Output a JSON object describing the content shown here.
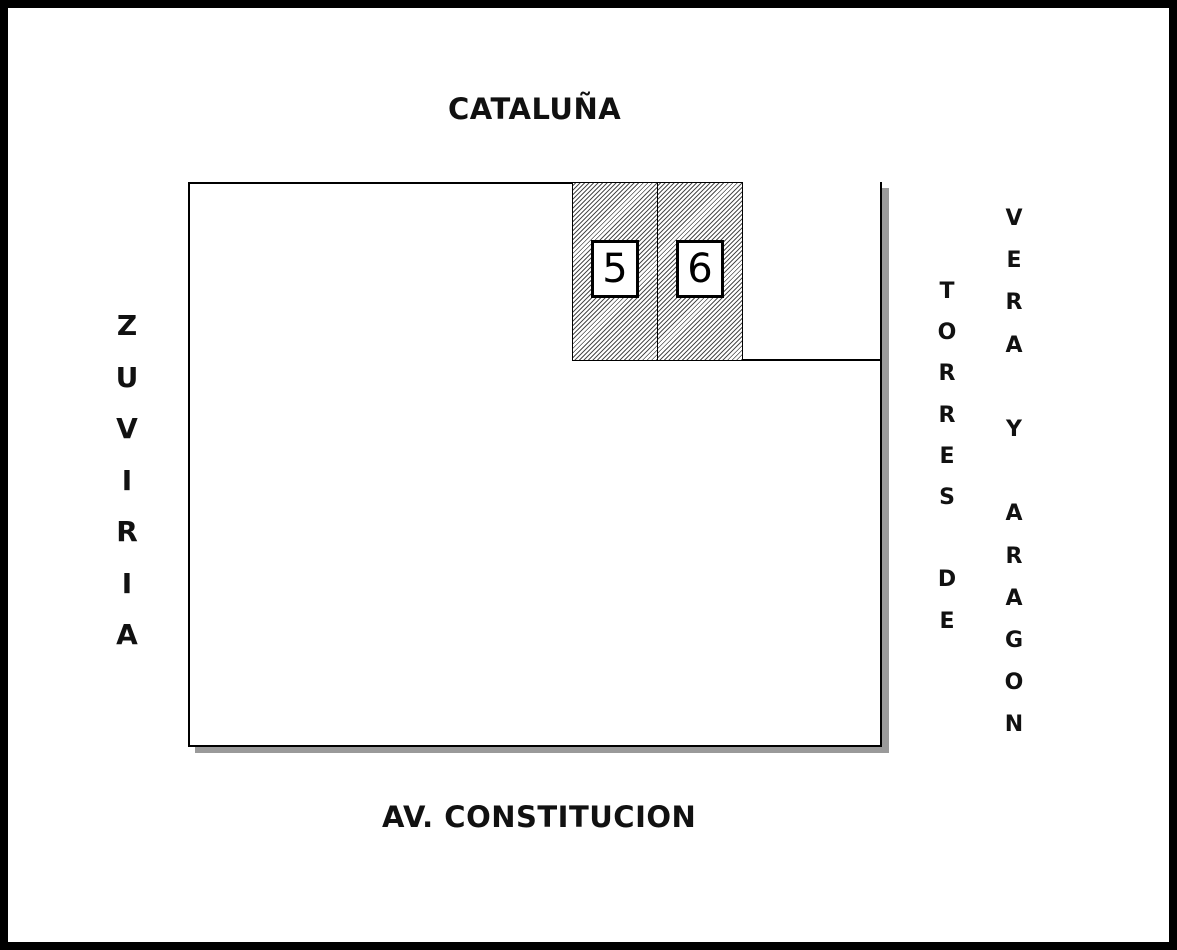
{
  "streets": {
    "north": "CATALUÑA",
    "south": "AV. CONSTITUCION",
    "west": [
      "Z",
      "U",
      "V",
      "I",
      "R",
      "I",
      "A"
    ],
    "east_inner": [
      "T",
      "O",
      "R",
      "R",
      "E",
      "S",
      "",
      "D",
      "E"
    ],
    "east_outer": [
      "V",
      "E",
      "R",
      "A",
      "",
      "Y",
      "",
      "A",
      "R",
      "A",
      "G",
      "O",
      "N"
    ]
  },
  "lots": [
    {
      "number": "5"
    },
    {
      "number": "6"
    }
  ],
  "colors": {
    "background": "#ffffff",
    "frame": "#000000",
    "hatch": "#4d4d4d",
    "shadow": "#9a9a9a"
  }
}
